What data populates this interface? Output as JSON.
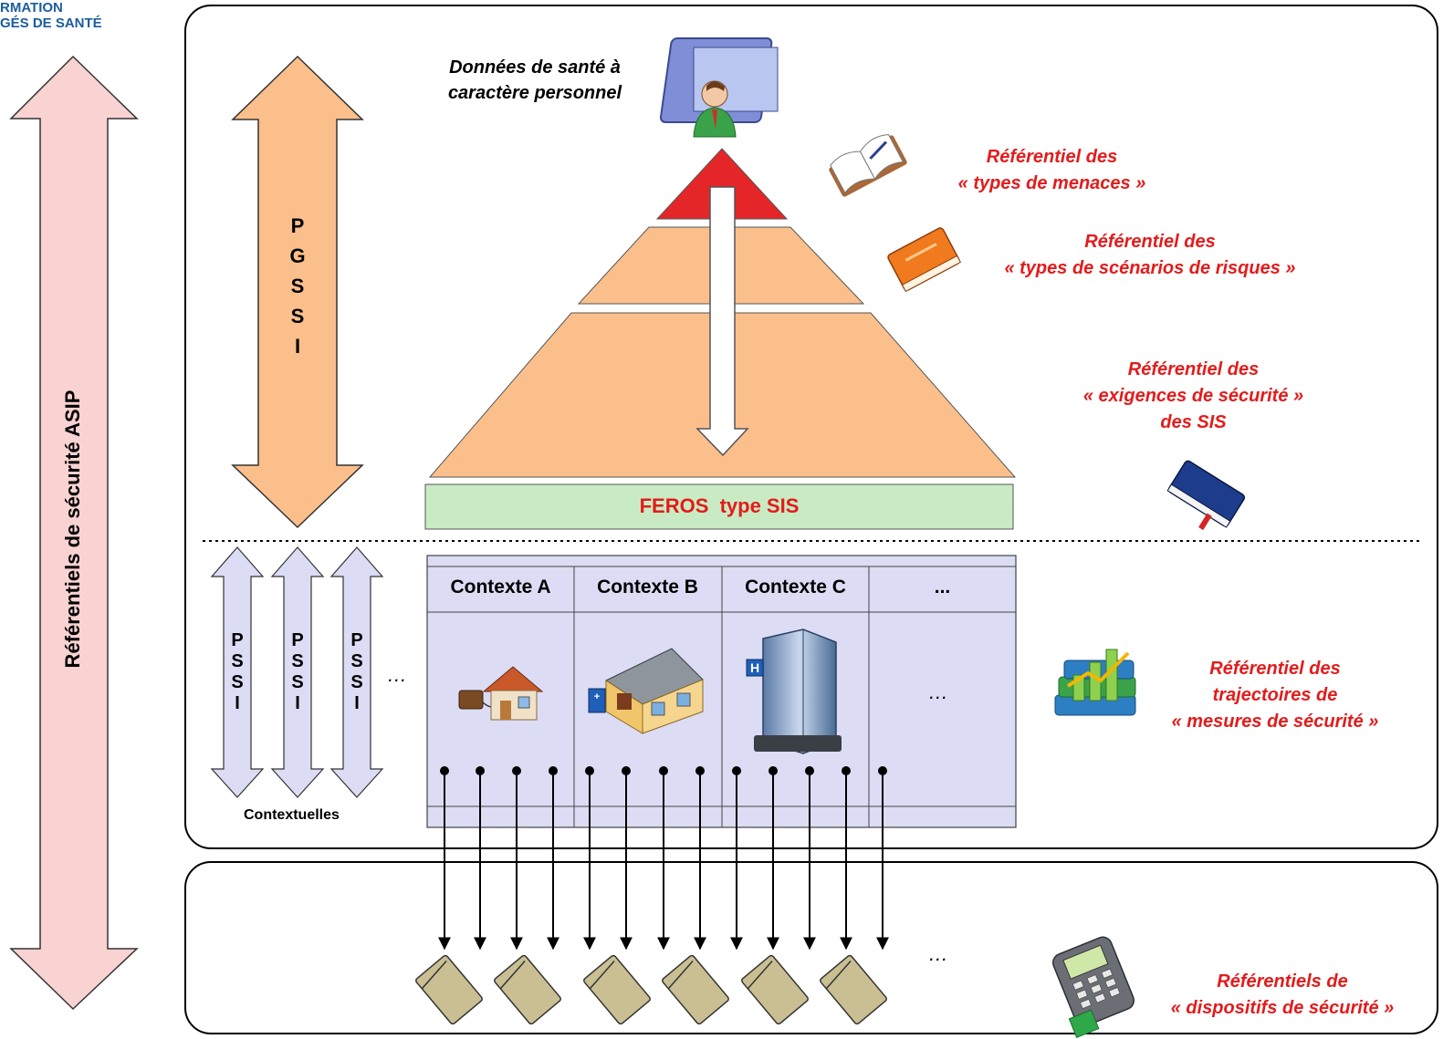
{
  "logo": {
    "line1": "RMATION",
    "line2": "GÉS DE SANTÉ"
  },
  "side_label": "Référentiels de sécurité ASIP",
  "pgssi_letters": [
    "P",
    "G",
    "S",
    "S",
    "I"
  ],
  "pssi_letters": [
    "P",
    "S",
    "S",
    "I"
  ],
  "pssi_caption": "Contextuelles",
  "ellipsis": "…",
  "top_data": {
    "line1": "Données de santé à",
    "line2": "caractère personnel"
  },
  "feros": "FEROS  type SIS",
  "contexts": [
    "Contexte A",
    "Contexte B",
    "Contexte C",
    "..."
  ],
  "referentials": {
    "menaces": [
      "Référentiel des",
      "« types de menaces »"
    ],
    "scenarios": [
      "Référentiel des",
      "« types de scénarios de risques »"
    ],
    "exigences": [
      "Référentiel des",
      "« exigences de sécurité »",
      "des SIS"
    ],
    "trajectoires": [
      "Référentiel des",
      "trajectoires de",
      "« mesures de sécurité »"
    ],
    "dispositifs": [
      "Référentiels de",
      "« dispositifs de sécurité »"
    ]
  },
  "colors": {
    "pink_arrow": "#f9d2d2",
    "orange": "#fbbf8c",
    "red_triangle": "#e52629",
    "feros_fill": "#c9ebc3",
    "context_fill": "#dcdcf5",
    "folder": "#c9bf92",
    "accent_text": "#e31b1b"
  },
  "icons": {
    "person": "person-folder-icon",
    "book1": "open-book-icon",
    "book2": "orange-book-icon",
    "book3": "blue-book-icon",
    "books_chart": "books-chart-icon",
    "house": "house-icon",
    "clinic": "clinic-icon",
    "hospital": "hospital-building-icon",
    "terminal": "payment-terminal-icon",
    "folder": "folder-icon"
  }
}
